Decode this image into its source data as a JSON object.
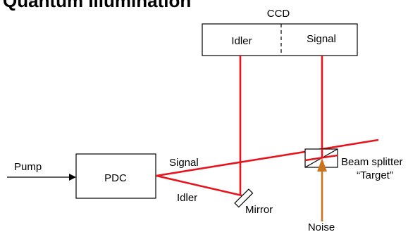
{
  "colors": {
    "beam": "#e8141c",
    "noise": "#c8751e",
    "line": "#000000"
  },
  "header": {
    "partial_title": "Quantum Illumination"
  },
  "diagram": {
    "ccd_label": "CCD",
    "idler_cell": "Idler",
    "signal_cell": "Signal",
    "pump_label": "Pump",
    "pdc_label": "PDC",
    "signal_beam_label": "Signal",
    "idler_beam_label": "Idler",
    "mirror_label": "Mirror",
    "beam_splitter_label": "Beam splitter",
    "target_label": "“Target”",
    "noise_label": "Noise"
  }
}
